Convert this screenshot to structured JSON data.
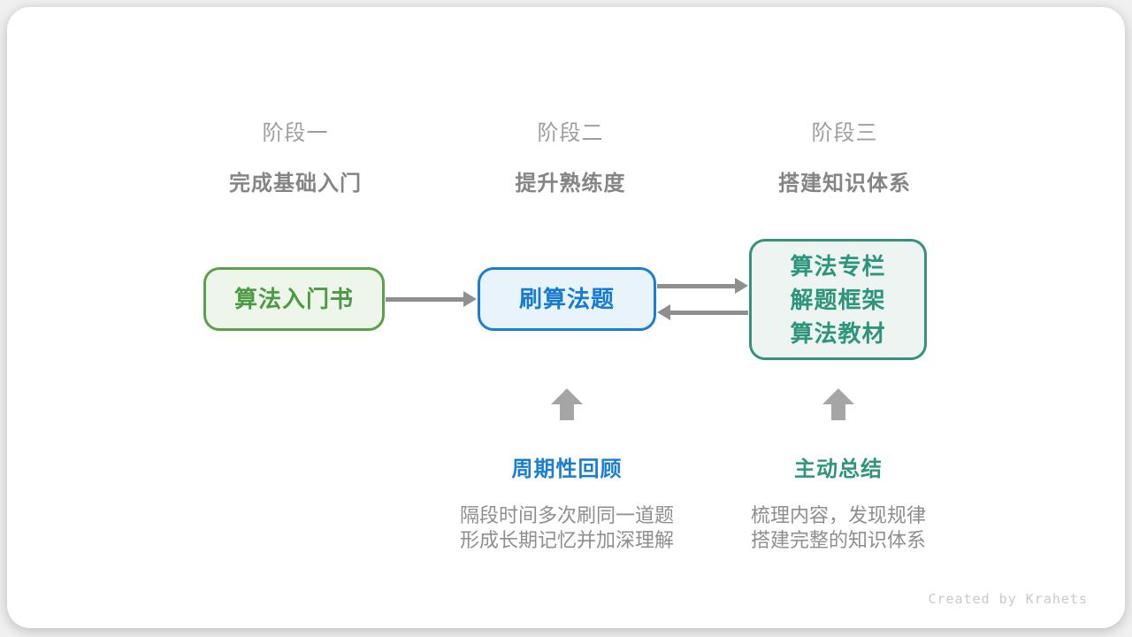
{
  "stages": [
    {
      "label": "阶段一",
      "subtitle": "完成基础入门"
    },
    {
      "label": "阶段二",
      "subtitle": "提升熟练度"
    },
    {
      "label": "阶段三",
      "subtitle": "搭建知识体系"
    }
  ],
  "nodes": {
    "intro_book": {
      "label": "算法入门书"
    },
    "practice": {
      "label": "刷算法题"
    },
    "resources": {
      "lines": [
        "算法专栏",
        "解题框架",
        "算法教材"
      ]
    }
  },
  "annotations": {
    "review": {
      "title": "周期性回顾",
      "line1": "隔段时间多次刷同一道题",
      "line2": "形成长期记忆并加深理解"
    },
    "summarize": {
      "title": "主动总结",
      "line1": "梳理内容，发现规律",
      "line2": "搭建完整的知识体系"
    }
  },
  "footer": {
    "credit": "Created by Krahets"
  },
  "colors": {
    "green_border": "#5ca04e",
    "green_fill": "#eef5ea",
    "green_text": "#4c9a43",
    "blue_border": "#1b7ed2",
    "blue_fill": "#e9f3fc",
    "blue_text": "#177bd1",
    "teal_border": "#37917c",
    "teal_fill": "#edf4f1",
    "teal_text": "#2e957d",
    "arrow_gray": "#8f8f8f",
    "up_arrow_gray": "#a5a5a5",
    "stage_label_gray": "#9e9e9e",
    "stage_subtitle_gray": "#858585",
    "body_text_gray": "#8e8e8e",
    "credit_gray": "#c9c9c9",
    "card_bg": "#ffffff"
  }
}
